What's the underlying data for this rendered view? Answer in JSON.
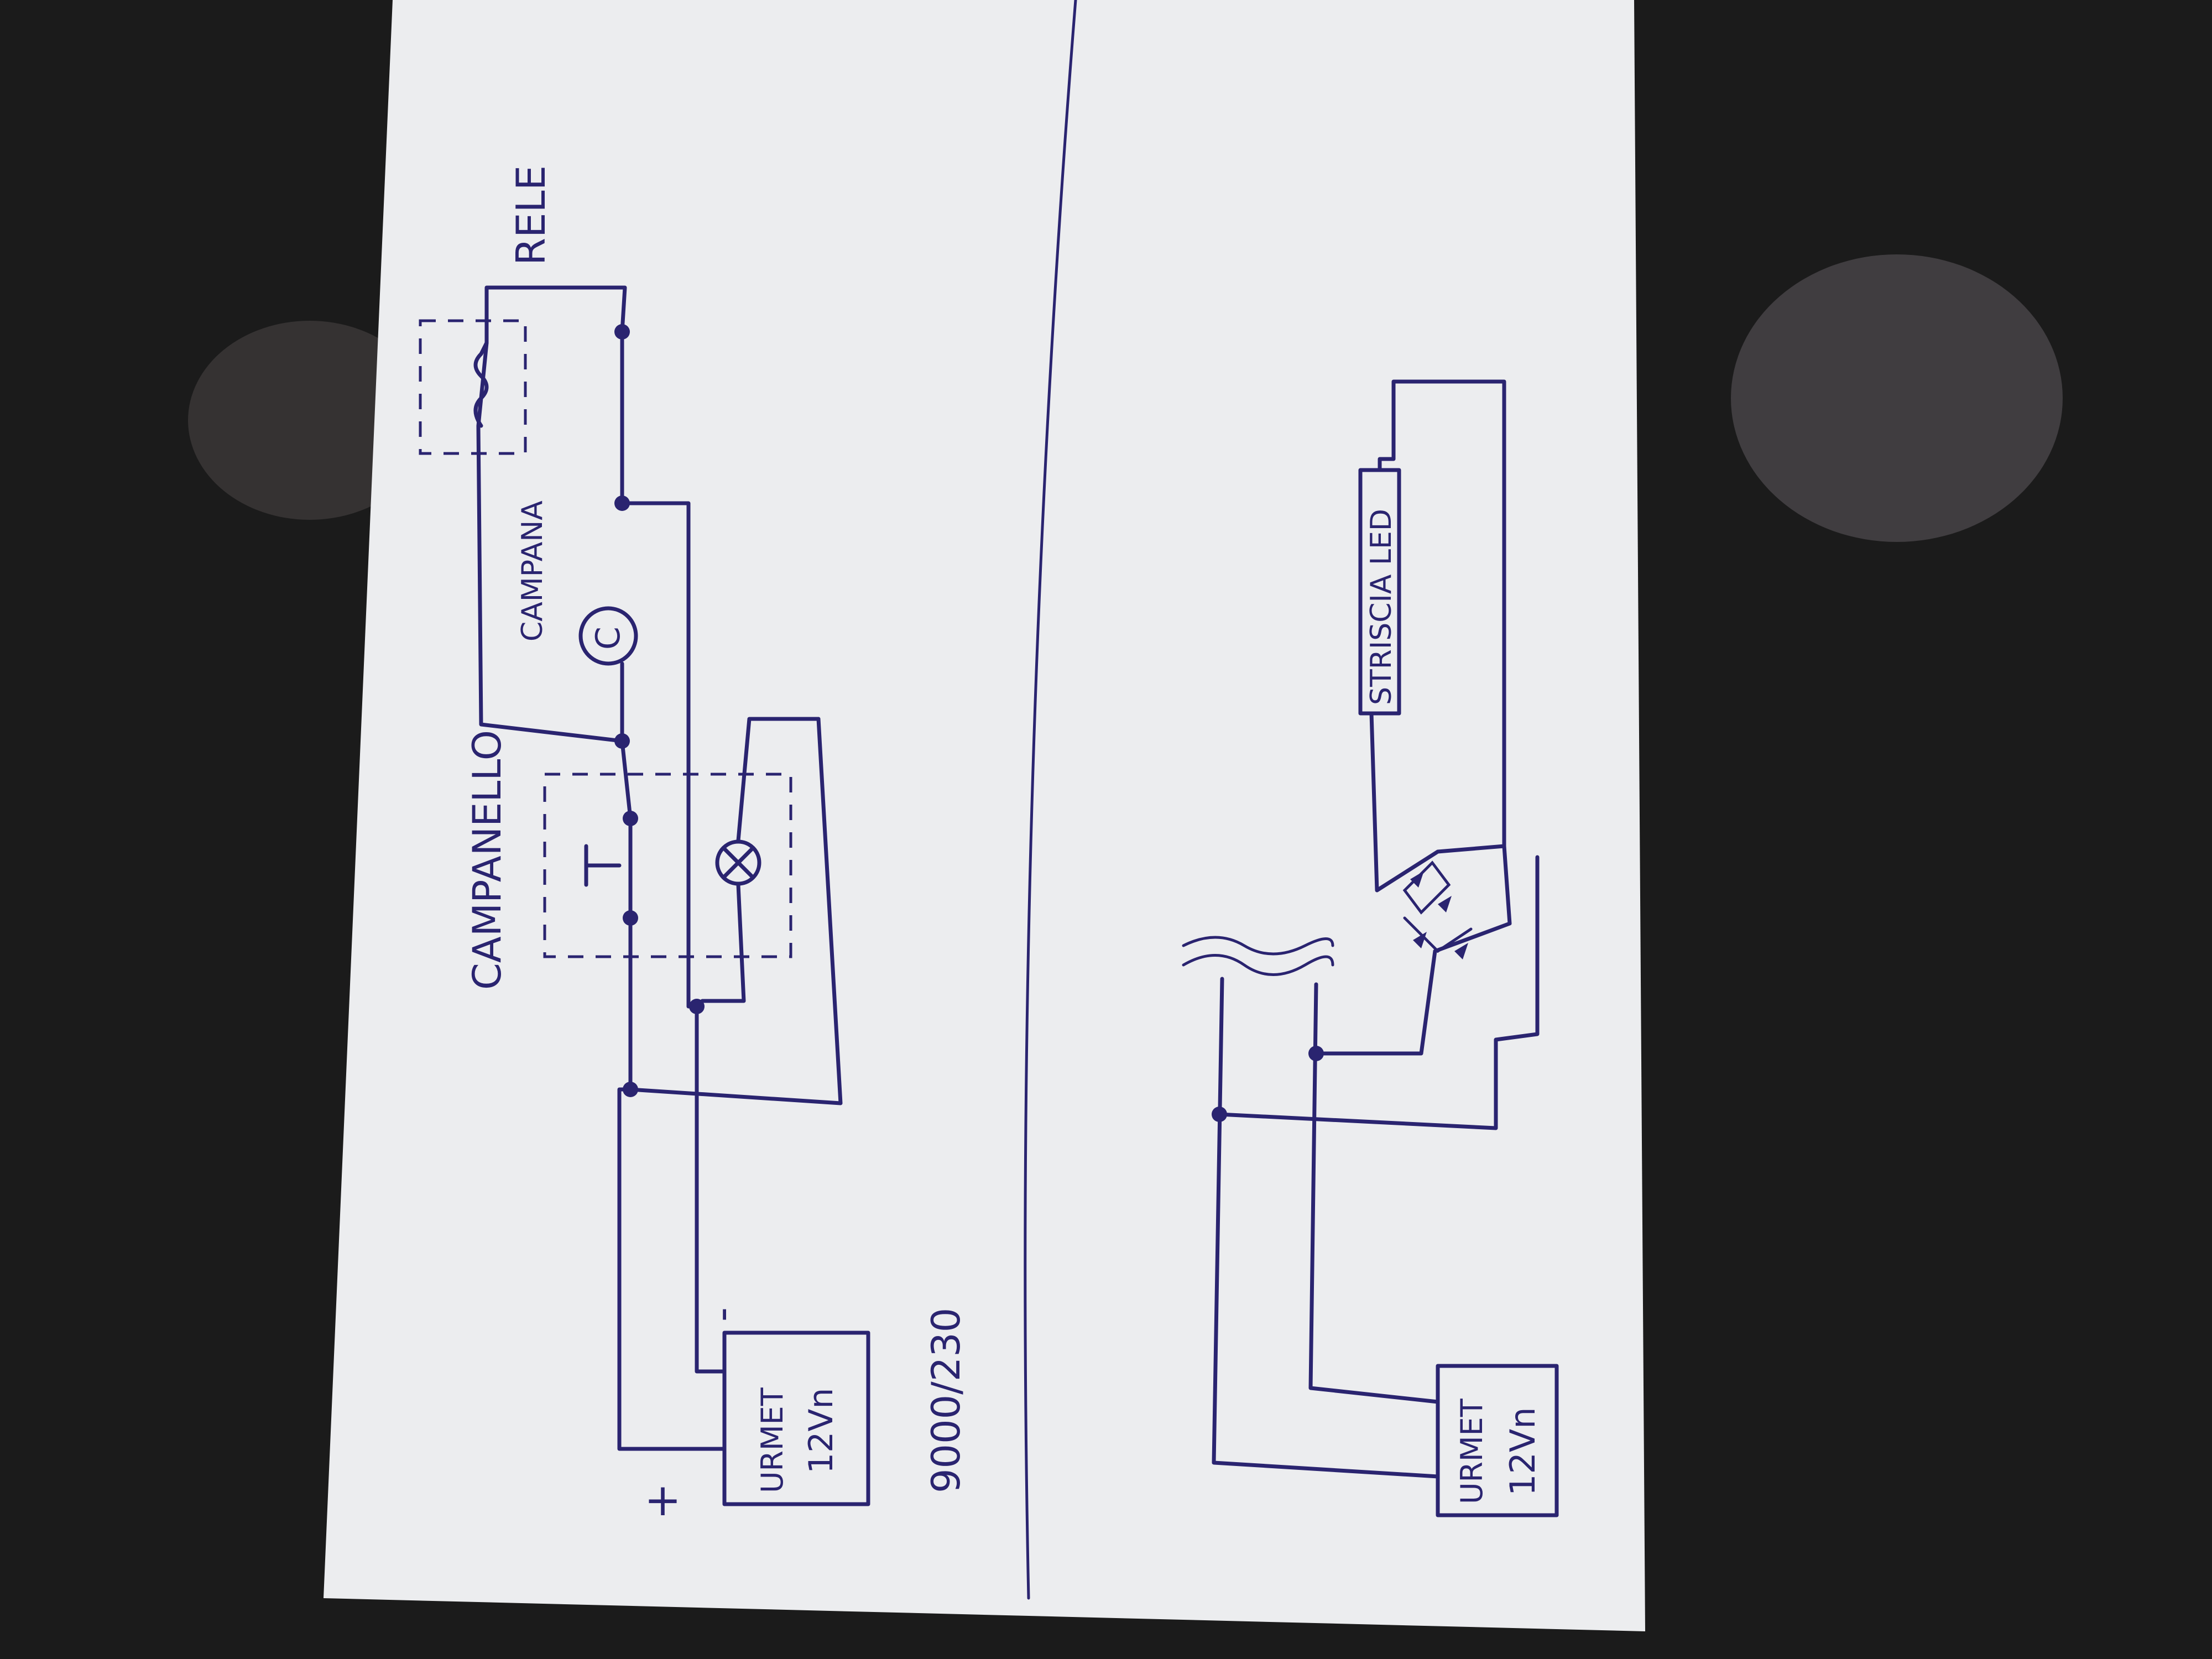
{
  "colors": {
    "background": "#1b1b1b",
    "paper": "#ecedef",
    "ink": "#2a2470"
  },
  "labels": {
    "campanello": "CAMPANELLO",
    "campana": "CAMPANA",
    "campana_symbol": "C",
    "rele": "RELE",
    "plus": "+",
    "minus": "-",
    "psu_top_brand": "URMET",
    "psu_top_rating": "12Vn",
    "psu_bottom_brand": "URMET",
    "psu_bottom_rating": "12Vn",
    "model_code": "9000/230",
    "striscia_led": "STRISCIA LED"
  }
}
